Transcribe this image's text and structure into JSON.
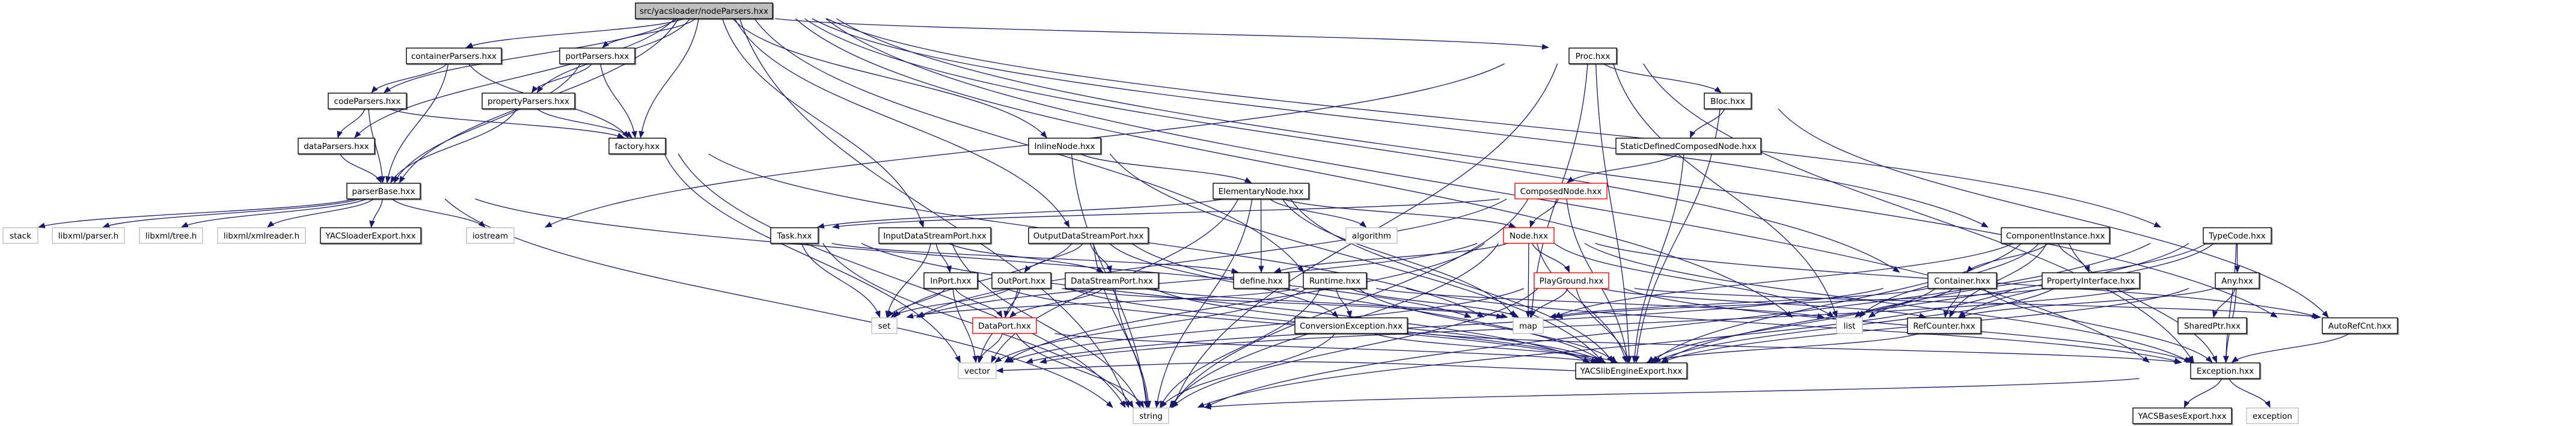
{
  "diagram": {
    "title": "src/yacsloader/nodeParsers.hxx",
    "type": "include-dependency-graph",
    "colors": {
      "edge": "#191970",
      "root_fill": "#bfbfbf",
      "normal_border": "#000000",
      "system_border": "#bfbfbf",
      "missing_border": "#ff0000"
    },
    "nodes": [
      {
        "id": "root",
        "label": "src/yacsloader/nodeParsers.hxx",
        "kind": "root"
      },
      {
        "id": "containerParsers",
        "label": "containerParsers.hxx",
        "kind": "normal"
      },
      {
        "id": "portParsers",
        "label": "portParsers.hxx",
        "kind": "normal"
      },
      {
        "id": "codeParsers",
        "label": "codeParsers.hxx",
        "kind": "normal"
      },
      {
        "id": "propertyParsers",
        "label": "propertyParsers.hxx",
        "kind": "normal"
      },
      {
        "id": "dataParsers",
        "label": "dataParsers.hxx",
        "kind": "normal"
      },
      {
        "id": "factory",
        "label": "factory.hxx",
        "kind": "normal"
      },
      {
        "id": "parserBase",
        "label": "parserBase.hxx",
        "kind": "normal"
      },
      {
        "id": "stack",
        "label": "stack",
        "kind": "system"
      },
      {
        "id": "libxmlParser",
        "label": "libxml/parser.h",
        "kind": "system"
      },
      {
        "id": "libxmlTree",
        "label": "libxml/tree.h",
        "kind": "system"
      },
      {
        "id": "libxmlXmlreader",
        "label": "libxml/xmlreader.h",
        "kind": "system"
      },
      {
        "id": "YACSloaderExport",
        "label": "YACSloaderExport.hxx",
        "kind": "normal"
      },
      {
        "id": "iostream",
        "label": "iostream",
        "kind": "system"
      },
      {
        "id": "Task",
        "label": "Task.hxx",
        "kind": "normal"
      },
      {
        "id": "Proc",
        "label": "Proc.hxx",
        "kind": "normal"
      },
      {
        "id": "Bloc",
        "label": "Bloc.hxx",
        "kind": "normal"
      },
      {
        "id": "StaticDefinedComposedNode",
        "label": "StaticDefinedComposedNode.hxx",
        "kind": "normal"
      },
      {
        "id": "InlineNode",
        "label": "InlineNode.hxx",
        "kind": "normal"
      },
      {
        "id": "ElementaryNode",
        "label": "ElementaryNode.hxx",
        "kind": "normal"
      },
      {
        "id": "ComposedNode",
        "label": "ComposedNode.hxx",
        "kind": "missing"
      },
      {
        "id": "InputDataStreamPort",
        "label": "InputDataStreamPort.hxx",
        "kind": "normal"
      },
      {
        "id": "OutputDataStreamPort",
        "label": "OutputDataStreamPort.hxx",
        "kind": "normal"
      },
      {
        "id": "algorithm",
        "label": "algorithm",
        "kind": "system"
      },
      {
        "id": "Node",
        "label": "Node.hxx",
        "kind": "missing"
      },
      {
        "id": "ComponentInstance",
        "label": "ComponentInstance.hxx",
        "kind": "normal"
      },
      {
        "id": "TypeCode",
        "label": "TypeCode.hxx",
        "kind": "normal"
      },
      {
        "id": "InPort",
        "label": "InPort.hxx",
        "kind": "normal"
      },
      {
        "id": "OutPort",
        "label": "OutPort.hxx",
        "kind": "normal"
      },
      {
        "id": "DataStreamPort",
        "label": "DataStreamPort.hxx",
        "kind": "normal"
      },
      {
        "id": "define",
        "label": "define.hxx",
        "kind": "normal"
      },
      {
        "id": "Runtime",
        "label": "Runtime.hxx",
        "kind": "normal"
      },
      {
        "id": "PlayGround",
        "label": "PlayGround.hxx",
        "kind": "missing"
      },
      {
        "id": "Container",
        "label": "Container.hxx",
        "kind": "normal"
      },
      {
        "id": "PropertyInterface",
        "label": "PropertyInterface.hxx",
        "kind": "normal"
      },
      {
        "id": "Any",
        "label": "Any.hxx",
        "kind": "normal"
      },
      {
        "id": "set",
        "label": "set",
        "kind": "system"
      },
      {
        "id": "DataPort",
        "label": "DataPort.hxx",
        "kind": "missing"
      },
      {
        "id": "ConversionException",
        "label": "ConversionException.hxx",
        "kind": "normal"
      },
      {
        "id": "map",
        "label": "map",
        "kind": "system"
      },
      {
        "id": "list",
        "label": "list",
        "kind": "system"
      },
      {
        "id": "RefCounter",
        "label": "RefCounter.hxx",
        "kind": "normal"
      },
      {
        "id": "SharedPtr",
        "label": "SharedPtr.hxx",
        "kind": "normal"
      },
      {
        "id": "AutoRefCnt",
        "label": "AutoRefCnt.hxx",
        "kind": "normal"
      },
      {
        "id": "vector",
        "label": "vector",
        "kind": "system"
      },
      {
        "id": "YACSlibEngineExport",
        "label": "YACSlibEngineExport.hxx",
        "kind": "normal"
      },
      {
        "id": "Exception",
        "label": "Exception.hxx",
        "kind": "normal"
      },
      {
        "id": "string",
        "label": "string",
        "kind": "system"
      },
      {
        "id": "YACSBasesExport",
        "label": "YACSBasesExport.hxx",
        "kind": "normal"
      },
      {
        "id": "exception",
        "label": "exception",
        "kind": "system"
      }
    ],
    "edges": [
      [
        "root",
        "containerParsers"
      ],
      [
        "root",
        "portParsers"
      ],
      [
        "root",
        "codeParsers"
      ],
      [
        "root",
        "propertyParsers"
      ],
      [
        "root",
        "dataParsers"
      ],
      [
        "root",
        "factory"
      ],
      [
        "root",
        "parserBase"
      ],
      [
        "root",
        "InlineNode"
      ],
      [
        "root",
        "OutputDataStreamPort"
      ],
      [
        "root",
        "InputDataStreamPort"
      ],
      [
        "root",
        "Runtime"
      ],
      [
        "root",
        "Proc"
      ],
      [
        "root",
        "ComponentInstance"
      ],
      [
        "root",
        "TypeCode"
      ],
      [
        "root",
        "Exception"
      ],
      [
        "root",
        "list"
      ],
      [
        "root",
        "string"
      ],
      [
        "root",
        "Container"
      ],
      [
        "root",
        "AutoRefCnt"
      ],
      [
        "containerParsers",
        "codeParsers"
      ],
      [
        "containerParsers",
        "parserBase"
      ],
      [
        "containerParsers",
        "factory"
      ],
      [
        "portParsers",
        "propertyParsers"
      ],
      [
        "portParsers",
        "factory"
      ],
      [
        "portParsers",
        "parserBase"
      ],
      [
        "codeParsers",
        "dataParsers"
      ],
      [
        "codeParsers",
        "parserBase"
      ],
      [
        "codeParsers",
        "factory"
      ],
      [
        "propertyParsers",
        "parserBase"
      ],
      [
        "propertyParsers",
        "factory"
      ],
      [
        "dataParsers",
        "parserBase"
      ],
      [
        "factory",
        "string"
      ],
      [
        "factory",
        "vector"
      ],
      [
        "factory",
        "map"
      ],
      [
        "parserBase",
        "stack"
      ],
      [
        "parserBase",
        "libxmlParser"
      ],
      [
        "parserBase",
        "libxmlTree"
      ],
      [
        "parserBase",
        "libxmlXmlreader"
      ],
      [
        "parserBase",
        "YACSloaderExport"
      ],
      [
        "parserBase",
        "iostream"
      ],
      [
        "parserBase",
        "string"
      ],
      [
        "parserBase",
        "map"
      ],
      [
        "Proc",
        "Bloc"
      ],
      [
        "Proc",
        "iostream"
      ],
      [
        "Proc",
        "string"
      ],
      [
        "Proc",
        "list"
      ],
      [
        "Proc",
        "map"
      ],
      [
        "Proc",
        "YACSlibEngineExport"
      ],
      [
        "Proc",
        "Exception"
      ],
      [
        "Bloc",
        "StaticDefinedComposedNode"
      ],
      [
        "Bloc",
        "YACSlibEngineExport"
      ],
      [
        "Bloc",
        "AutoRefCnt"
      ],
      [
        "StaticDefinedComposedNode",
        "ComposedNode"
      ],
      [
        "StaticDefinedComposedNode",
        "YACSlibEngineExport"
      ],
      [
        "InlineNode",
        "ElementaryNode"
      ],
      [
        "InlineNode",
        "YACSlibEngineExport"
      ],
      [
        "InlineNode",
        "string"
      ],
      [
        "ElementaryNode",
        "Task"
      ],
      [
        "ElementaryNode",
        "Node"
      ],
      [
        "ElementaryNode",
        "define"
      ],
      [
        "ElementaryNode",
        "algorithm"
      ],
      [
        "ElementaryNode",
        "YACSlibEngineExport"
      ],
      [
        "ElementaryNode",
        "string"
      ],
      [
        "ElementaryNode",
        "vector"
      ],
      [
        "ElementaryNode",
        "map"
      ],
      [
        "ComposedNode",
        "Node"
      ],
      [
        "ComposedNode",
        "Task"
      ],
      [
        "ComposedNode",
        "YACSlibEngineExport"
      ],
      [
        "ComposedNode",
        "string"
      ],
      [
        "ComposedNode",
        "set"
      ],
      [
        "Task",
        "set"
      ],
      [
        "Task",
        "define"
      ],
      [
        "Task",
        "string"
      ],
      [
        "Task",
        "YACSlibEngineExport"
      ],
      [
        "InputDataStreamPort",
        "InPort"
      ],
      [
        "InputDataStreamPort",
        "DataStreamPort"
      ],
      [
        "InputDataStreamPort",
        "set"
      ],
      [
        "InputDataStreamPort",
        "string"
      ],
      [
        "OutputDataStreamPort",
        "OutPort"
      ],
      [
        "OutputDataStreamPort",
        "DataStreamPort"
      ],
      [
        "OutputDataStreamPort",
        "set"
      ],
      [
        "OutputDataStreamPort",
        "ConversionException"
      ],
      [
        "OutputDataStreamPort",
        "YACSlibEngineExport"
      ],
      [
        "OutputDataStreamPort",
        "string"
      ],
      [
        "Node",
        "define"
      ],
      [
        "Node",
        "PlayGround"
      ],
      [
        "Node",
        "map"
      ],
      [
        "Node",
        "set"
      ],
      [
        "Node",
        "list"
      ],
      [
        "Node",
        "vector"
      ],
      [
        "Node",
        "string"
      ],
      [
        "Node",
        "YACSlibEngineExport"
      ],
      [
        "Node",
        "Exception"
      ],
      [
        "Node",
        "AutoRefCnt"
      ],
      [
        "InPort",
        "set"
      ],
      [
        "InPort",
        "DataPort"
      ],
      [
        "InPort",
        "YACSlibEngineExport"
      ],
      [
        "InPort",
        "vector"
      ],
      [
        "OutPort",
        "set"
      ],
      [
        "OutPort",
        "DataPort"
      ],
      [
        "OutPort",
        "vector"
      ],
      [
        "OutPort",
        "YACSlibEngineExport"
      ],
      [
        "OutPort",
        "map"
      ],
      [
        "DataStreamPort",
        "DataPort"
      ],
      [
        "DataStreamPort",
        "string"
      ],
      [
        "DataStreamPort",
        "YACSlibEngineExport"
      ],
      [
        "DataStreamPort",
        "map"
      ],
      [
        "Runtime",
        "ConversionException"
      ],
      [
        "Runtime",
        "set"
      ],
      [
        "Runtime",
        "map"
      ],
      [
        "Runtime",
        "vector"
      ],
      [
        "Runtime",
        "string"
      ],
      [
        "Runtime",
        "list"
      ],
      [
        "Runtime",
        "YACSlibEngineExport"
      ],
      [
        "Runtime",
        "Exception"
      ],
      [
        "PlayGround",
        "map"
      ],
      [
        "PlayGround",
        "vector"
      ],
      [
        "PlayGround",
        "string"
      ],
      [
        "PlayGround",
        "YACSlibEngineExport"
      ],
      [
        "PlayGround",
        "RefCounter"
      ],
      [
        "PlayGround",
        "AutoRefCnt"
      ],
      [
        "PlayGround",
        "Exception"
      ],
      [
        "ComponentInstance",
        "Container"
      ],
      [
        "ComponentInstance",
        "PropertyInterface"
      ],
      [
        "ComponentInstance",
        "RefCounter"
      ],
      [
        "ComponentInstance",
        "list"
      ],
      [
        "ComponentInstance",
        "map"
      ],
      [
        "ComponentInstance",
        "YACSlibEngineExport"
      ],
      [
        "ComponentInstance",
        "Exception"
      ],
      [
        "TypeCode",
        "Any"
      ],
      [
        "TypeCode",
        "RefCounter"
      ],
      [
        "TypeCode",
        "Exception"
      ],
      [
        "TypeCode",
        "list"
      ],
      [
        "TypeCode",
        "string"
      ],
      [
        "TypeCode",
        "YACSlibEngineExport"
      ],
      [
        "Container",
        "RefCounter"
      ],
      [
        "Container",
        "list"
      ],
      [
        "Container",
        "map"
      ],
      [
        "Container",
        "Exception"
      ],
      [
        "Container",
        "YACSlibEngineExport"
      ],
      [
        "Container",
        "vector"
      ],
      [
        "PropertyInterface",
        "map"
      ],
      [
        "PropertyInterface",
        "string"
      ],
      [
        "PropertyInterface",
        "YACSlibEngineExport"
      ],
      [
        "Any",
        "SharedPtr"
      ],
      [
        "Any",
        "RefCounter"
      ],
      [
        "Any",
        "Exception"
      ],
      [
        "Any",
        "vector"
      ],
      [
        "Any",
        "YACSlibEngineExport"
      ],
      [
        "DataPort",
        "vector"
      ],
      [
        "DataPort",
        "YACSlibEngineExport"
      ],
      [
        "DataPort",
        "string"
      ],
      [
        "ConversionException",
        "string"
      ],
      [
        "ConversionException",
        "Exception"
      ],
      [
        "ConversionException",
        "YACSlibEngineExport"
      ],
      [
        "RefCounter",
        "YACSlibEngineExport"
      ],
      [
        "AutoRefCnt",
        "Exception"
      ],
      [
        "YACSlibEngineExport",
        "vector"
      ],
      [
        "Exception",
        "YACSBasesExport"
      ],
      [
        "Exception",
        "exception"
      ],
      [
        "Exception",
        "string"
      ]
    ]
  }
}
